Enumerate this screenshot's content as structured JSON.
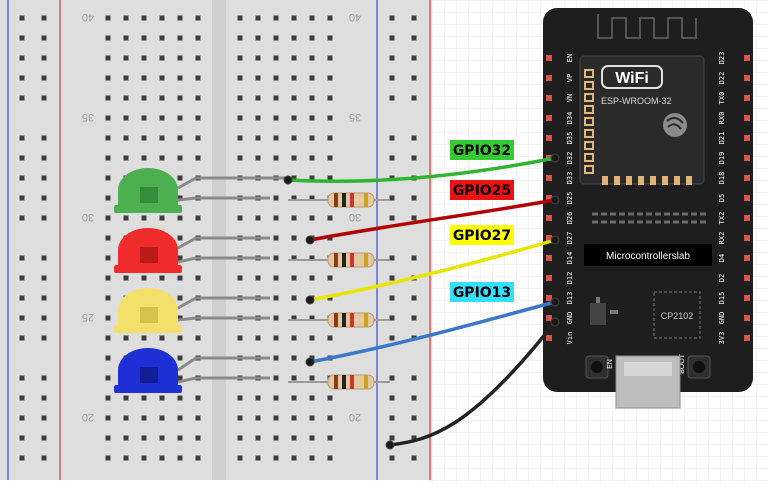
{
  "gpio_labels": [
    {
      "text": "GPIO32",
      "bg": "#33cc33",
      "wire": "#2fb52f"
    },
    {
      "text": "GPIO25",
      "bg": "#ee1111",
      "wire": "#b30000"
    },
    {
      "text": "GPIO27",
      "bg": "#ffff00",
      "wire": "#e6e600"
    },
    {
      "text": "GPIO13",
      "bg": "#33e0ff",
      "wire": "#3b78c9"
    }
  ],
  "ground_wire_color": "#222222",
  "leds": [
    {
      "color": "green",
      "fill": "#4caf50",
      "shade": "#2e7d32"
    },
    {
      "color": "red",
      "fill": "#ef2b2b",
      "shade": "#a31515"
    },
    {
      "color": "yellow",
      "fill": "#f3e06b",
      "shade": "#c9b441"
    },
    {
      "color": "blue",
      "fill": "#1f2fd6",
      "shade": "#0d167a"
    }
  ],
  "breadboard": {
    "row_numbers": [
      "40",
      "35",
      "30",
      "25",
      "20"
    ]
  },
  "board": {
    "wifi_text": "WiFi",
    "module_text": "ESP-WROOM-32",
    "brand_text": "Microcontrollerslab",
    "usb_chip_text": "CP2102",
    "en_button_label": "EN",
    "boot_button_label": "BOOT",
    "left_pins": [
      "EN",
      "VP",
      "VN",
      "D34",
      "D35",
      "D32",
      "D33",
      "D25",
      "D26",
      "D27",
      "D14",
      "D12",
      "D13",
      "GND",
      "Vin"
    ],
    "right_pins": [
      "D23",
      "D22",
      "TX0",
      "RX0",
      "D21",
      "D19",
      "D18",
      "D5",
      "TX2",
      "RX2",
      "D4",
      "D2",
      "D15",
      "GND",
      "3V3"
    ]
  }
}
